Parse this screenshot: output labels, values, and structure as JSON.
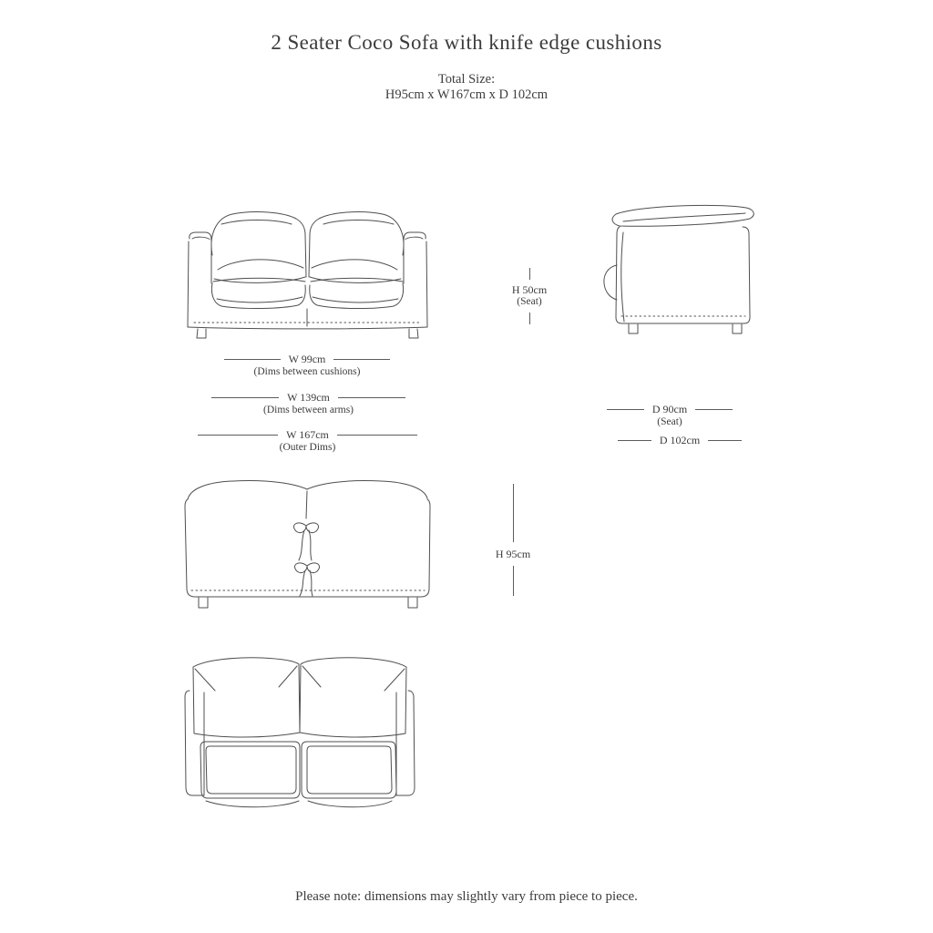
{
  "page": {
    "title": "2 Seater Coco Sofa with knife edge cushions",
    "total_size_label": "Total Size:",
    "total_size_value": "H95cm x W167cm x D 102cm",
    "footer_note": "Please note: dimensions may slightly vary from piece to piece."
  },
  "dimensions": {
    "seat_height": {
      "label": "H 50cm",
      "sublabel": "(Seat)"
    },
    "width_between_cushions": {
      "label": "W 99cm",
      "sublabel": "(Dims between cushions)"
    },
    "width_between_arms": {
      "label": "W 139cm",
      "sublabel": "(Dims between arms)"
    },
    "width_outer": {
      "label": "W 167cm",
      "sublabel": "(Outer Dims)"
    },
    "depth_seat": {
      "label": "D 90cm",
      "sublabel": "(Seat)"
    },
    "depth_outer": {
      "label": "D 102cm"
    },
    "height_overall": {
      "label": "H 95cm"
    }
  },
  "colors": {
    "background": "#ffffff",
    "line": "#4f4f4f",
    "text": "#3c3c3c"
  }
}
